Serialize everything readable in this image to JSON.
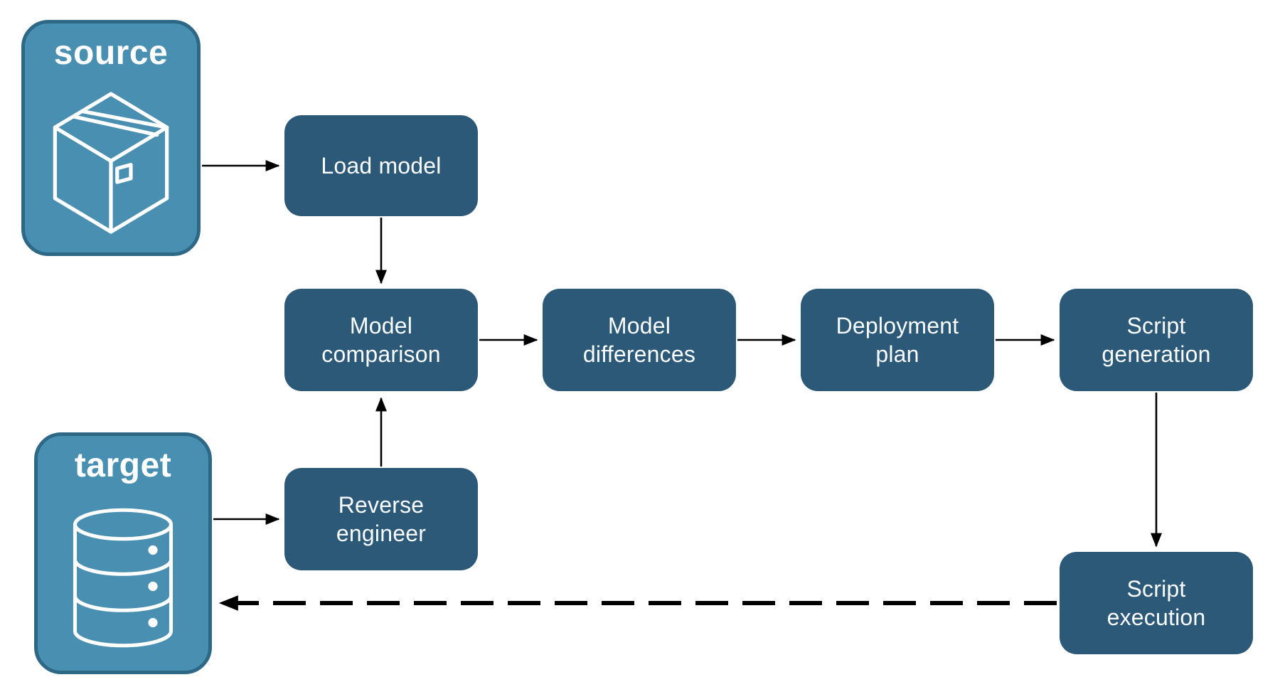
{
  "page": {
    "background": "#ffffff",
    "description": "Database schema deployment workflow diagram"
  },
  "colors": {
    "node_fill": "#2c5977",
    "endpoint_fill": "#488fb1",
    "endpoint_border": "#2d6886",
    "arrow": "#000000",
    "label_text": "#ffffff"
  },
  "containers": {
    "source": {
      "label": "source",
      "icon": "package-icon"
    },
    "target": {
      "label": "target",
      "icon": "database-icon"
    }
  },
  "nodes": {
    "load_model": {
      "lines": [
        "Load model"
      ]
    },
    "model_comparison": {
      "lines": [
        "Model",
        "comparison"
      ]
    },
    "model_differences": {
      "lines": [
        "Model",
        "differences"
      ]
    },
    "deployment_plan": {
      "lines": [
        "Deployment",
        "plan"
      ]
    },
    "script_generation": {
      "lines": [
        "Script",
        "generation"
      ]
    },
    "reverse_engineer": {
      "lines": [
        "Reverse",
        "engineer"
      ]
    },
    "script_execution": {
      "lines": [
        "Script",
        "execution"
      ]
    }
  },
  "edges": [
    {
      "from": "source",
      "to": "load_model",
      "style": "solid"
    },
    {
      "from": "load_model",
      "to": "model_comparison",
      "style": "solid"
    },
    {
      "from": "model_comparison",
      "to": "model_differences",
      "style": "solid"
    },
    {
      "from": "model_differences",
      "to": "deployment_plan",
      "style": "solid"
    },
    {
      "from": "deployment_plan",
      "to": "script_generation",
      "style": "solid"
    },
    {
      "from": "script_generation",
      "to": "script_execution",
      "style": "solid"
    },
    {
      "from": "target",
      "to": "reverse_engineer",
      "style": "solid"
    },
    {
      "from": "reverse_engineer",
      "to": "model_comparison",
      "style": "solid"
    },
    {
      "from": "script_execution",
      "to": "target",
      "style": "dashed"
    }
  ]
}
